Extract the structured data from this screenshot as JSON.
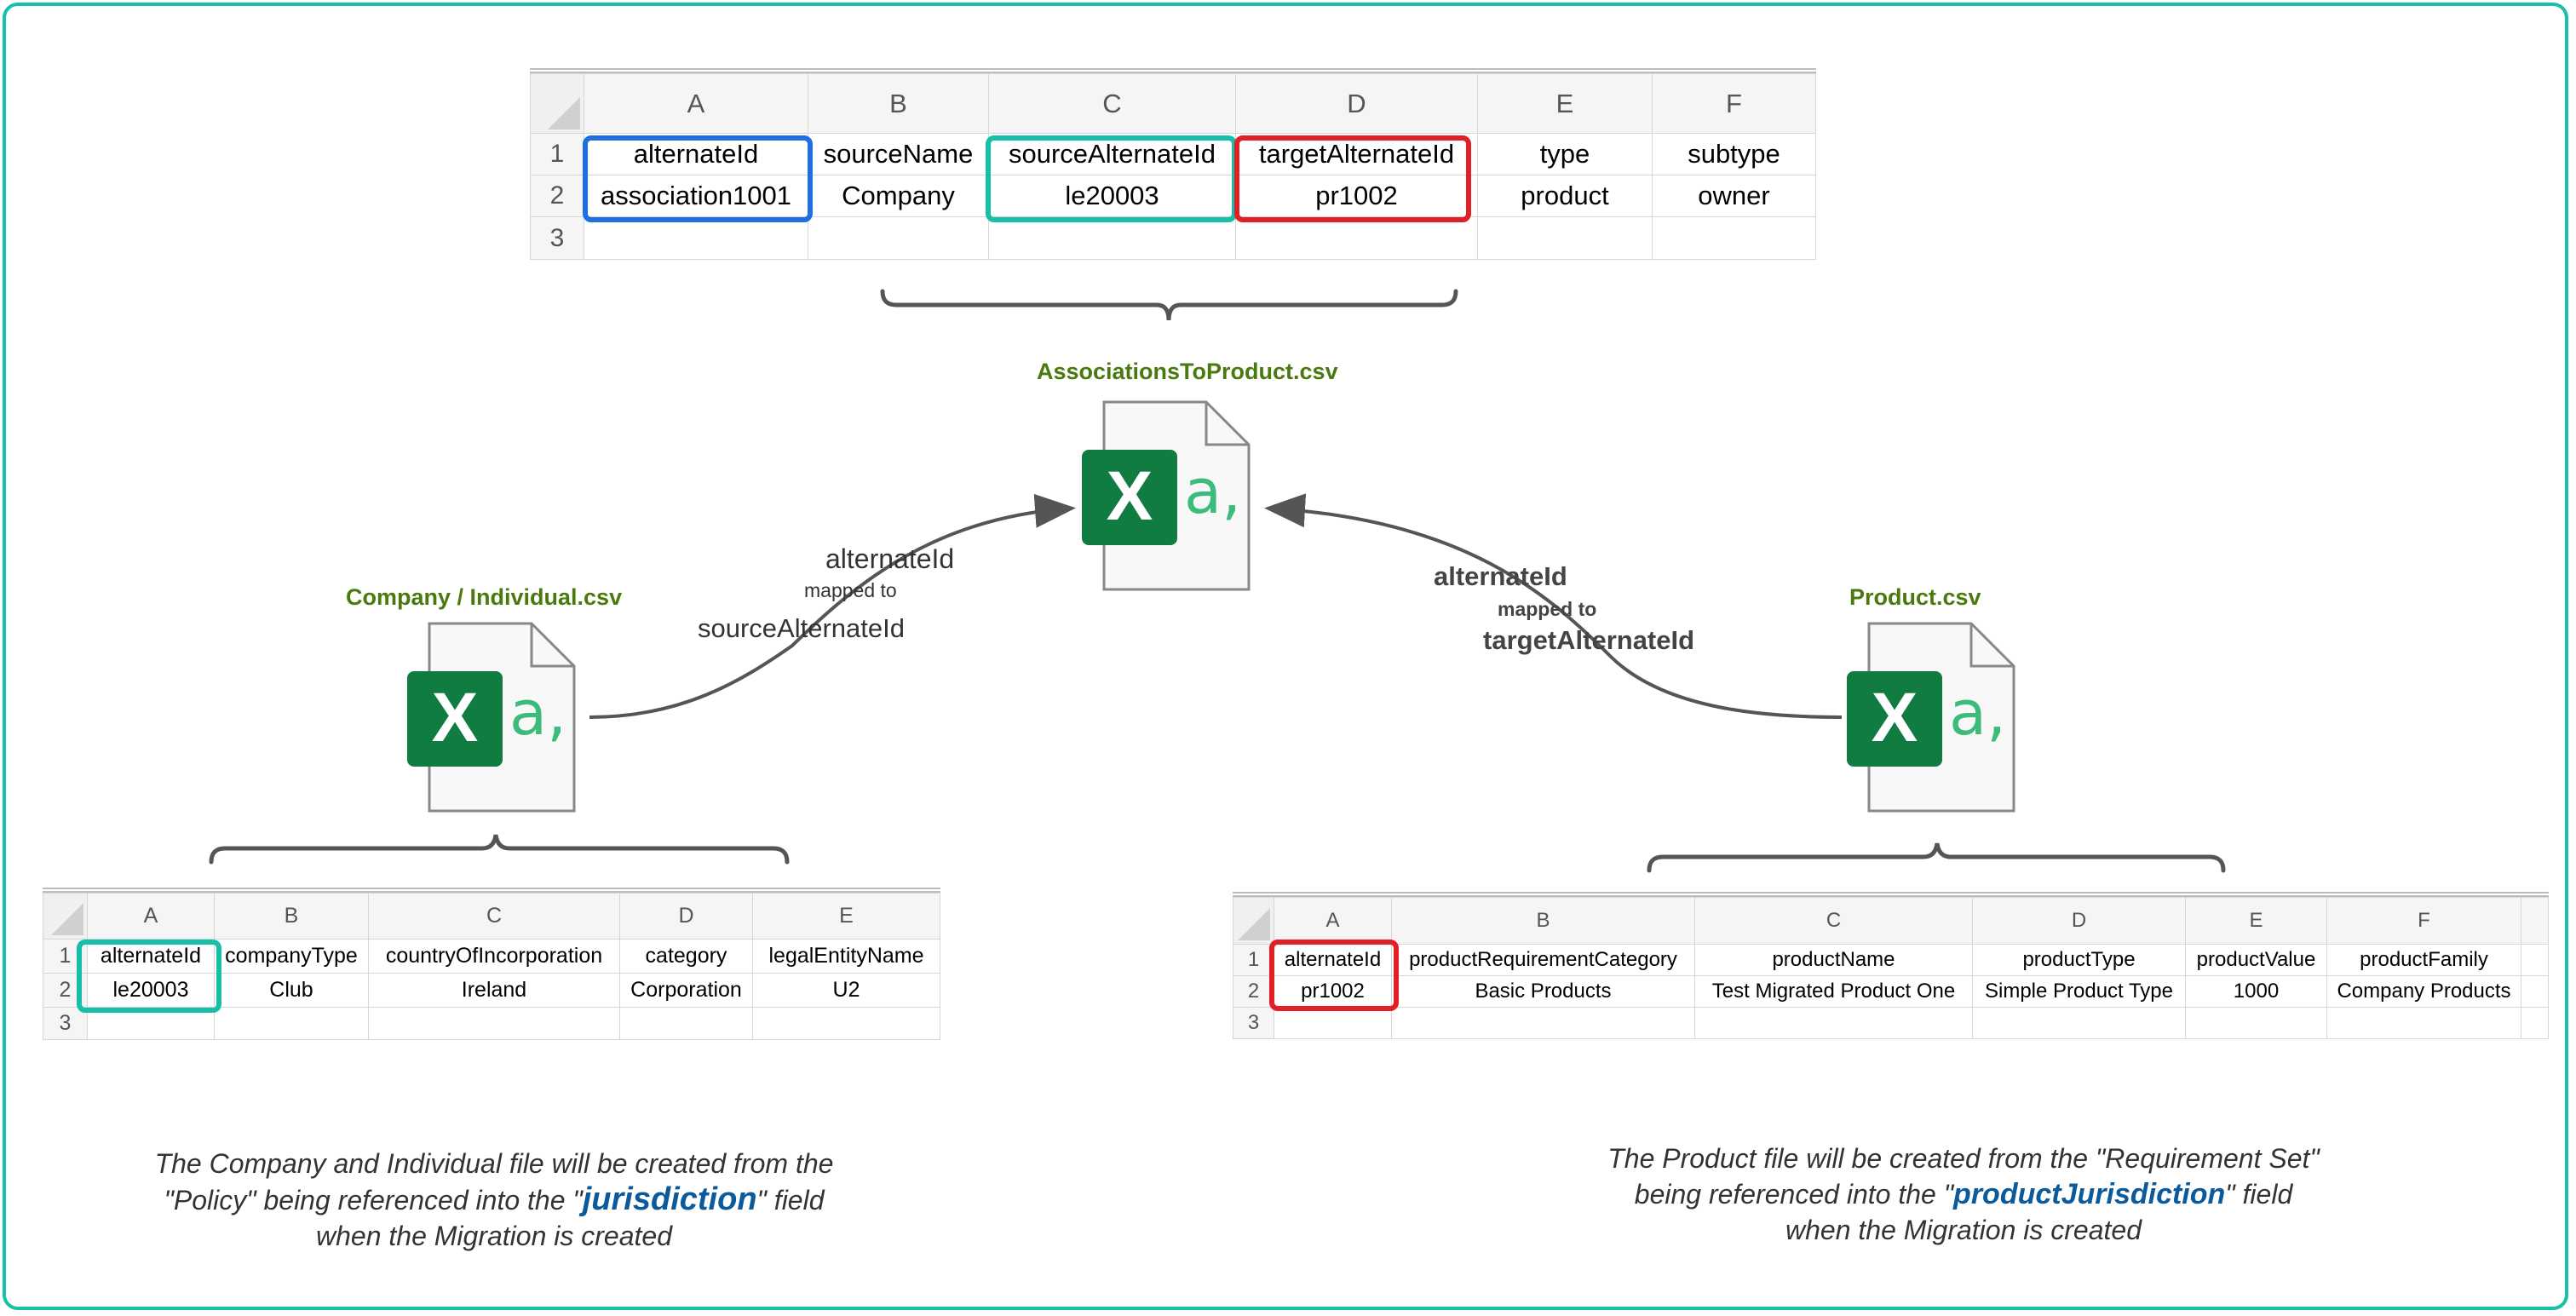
{
  "top_sheet": {
    "columns": [
      "A",
      "B",
      "C",
      "D",
      "E",
      "F"
    ],
    "row_numbers": [
      "1",
      "2",
      "3"
    ],
    "rows": [
      [
        "alternateId",
        "sourceName",
        "sourceAlternateId",
        "targetAlternateId",
        "type",
        "subtype"
      ],
      [
        "association1001",
        "Company",
        "le20003",
        "pr1002",
        "product",
        "owner"
      ],
      [
        "",
        "",
        "",
        "",
        "",
        ""
      ]
    ]
  },
  "left_sheet": {
    "columns": [
      "A",
      "B",
      "C",
      "D",
      "E"
    ],
    "row_numbers": [
      "1",
      "2",
      "3"
    ],
    "rows": [
      [
        "alternateId",
        "companyType",
        "countryOfIncorporation",
        "category",
        "legalEntityName"
      ],
      [
        "le20003",
        "Club",
        "Ireland",
        "Corporation",
        "U2"
      ],
      [
        "",
        "",
        "",
        "",
        ""
      ]
    ]
  },
  "right_sheet": {
    "columns": [
      "A",
      "B",
      "C",
      "D",
      "E",
      "F"
    ],
    "row_numbers": [
      "1",
      "2",
      "3"
    ],
    "rows": [
      [
        "alternateId",
        "productRequirementCategory",
        "productName",
        "productType",
        "productValue",
        "productFamily"
      ],
      [
        "pr1002",
        "Basic Products",
        "Test Migrated Product One",
        "Simple Product Type",
        "1000",
        "Company Products"
      ],
      [
        "",
        "",
        "",
        "",
        "",
        ""
      ]
    ]
  },
  "files": {
    "associations": "AssociationsToProduct.csv",
    "company": "Company / Individual.csv",
    "product": "Product.csv",
    "icon_name": "excel-file-icon",
    "icon_letters": "X",
    "icon_suffix": "a,"
  },
  "arrows": {
    "left": {
      "from": "alternateId",
      "mid": "mapped to",
      "to": "sourceAlternateId"
    },
    "right": {
      "from": "alternateId",
      "mid": "mapped to",
      "to": "targetAlternateId"
    }
  },
  "captions": {
    "left": {
      "line1": "The Company and Individual file will be created from the",
      "line2_pre": "\"Policy\" being referenced into the \"",
      "line2_hi": "jurisdiction",
      "line2_post": "\" field",
      "line3": "when the Migration is created"
    },
    "right": {
      "line1": "The Product file will be created from the \"Requirement Set\"",
      "line2_pre": "being referenced into the \"",
      "line2_hi": "productJurisdiction",
      "line2_post": "\" field",
      "line3": "when the Migration is created"
    }
  },
  "colors": {
    "frame": "#16c1a7",
    "blue_highlight": "#1f6fe0",
    "teal_highlight": "#16bfa8",
    "red_highlight": "#e11f26",
    "excel_green": "#107c41",
    "label_green": "#4a7a0e",
    "caption_highlight": "#0b5a9c"
  }
}
